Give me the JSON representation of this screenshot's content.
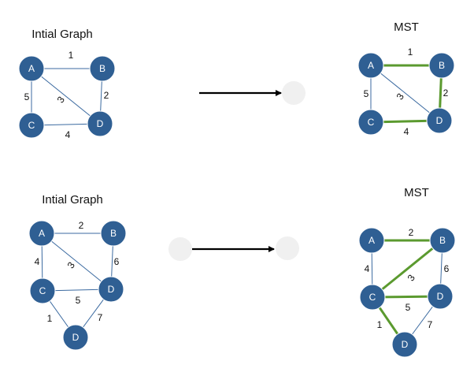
{
  "colors": {
    "node_fill": "#2f5f93",
    "node_stroke": "#ffffff",
    "edge": "#3b6aa0",
    "mst_edge": "#5b9a2f",
    "arrow": "#000000",
    "ghost": "#f0f0f0"
  },
  "diagrams": [
    {
      "id": "top-initial",
      "title": "Intial Graph",
      "nodes": [
        {
          "id": "A",
          "label": "A"
        },
        {
          "id": "B",
          "label": "B"
        },
        {
          "id": "C",
          "label": "C"
        },
        {
          "id": "D",
          "label": "D"
        }
      ],
      "edges": [
        {
          "from": "A",
          "to": "B",
          "weight": "1",
          "mst": false
        },
        {
          "from": "B",
          "to": "D",
          "weight": "2",
          "mst": false
        },
        {
          "from": "A",
          "to": "D",
          "weight": "3",
          "mst": false
        },
        {
          "from": "C",
          "to": "D",
          "weight": "4",
          "mst": false
        },
        {
          "from": "A",
          "to": "C",
          "weight": "5",
          "mst": false
        }
      ]
    },
    {
      "id": "top-mst",
      "title": "MST",
      "nodes": [
        {
          "id": "A",
          "label": "A"
        },
        {
          "id": "B",
          "label": "B"
        },
        {
          "id": "C",
          "label": "C"
        },
        {
          "id": "D",
          "label": "D"
        }
      ],
      "edges": [
        {
          "from": "A",
          "to": "B",
          "weight": "1",
          "mst": true
        },
        {
          "from": "B",
          "to": "D",
          "weight": "2",
          "mst": true
        },
        {
          "from": "A",
          "to": "D",
          "weight": "3",
          "mst": false
        },
        {
          "from": "C",
          "to": "D",
          "weight": "4",
          "mst": true
        },
        {
          "from": "A",
          "to": "C",
          "weight": "5",
          "mst": false
        }
      ]
    },
    {
      "id": "bottom-initial",
      "title": "Intial Graph",
      "nodes": [
        {
          "id": "A",
          "label": "A"
        },
        {
          "id": "B",
          "label": "B"
        },
        {
          "id": "C",
          "label": "C"
        },
        {
          "id": "D1",
          "label": "D"
        },
        {
          "id": "D2",
          "label": "D"
        }
      ],
      "edges": [
        {
          "from": "A",
          "to": "B",
          "weight": "2",
          "mst": false
        },
        {
          "from": "A",
          "to": "D1",
          "weight": "3",
          "mst": false
        },
        {
          "from": "A",
          "to": "C",
          "weight": "4",
          "mst": false
        },
        {
          "from": "C",
          "to": "D1",
          "weight": "5",
          "mst": false
        },
        {
          "from": "B",
          "to": "D1",
          "weight": "6",
          "mst": false
        },
        {
          "from": "C",
          "to": "D2",
          "weight": "1",
          "mst": false
        },
        {
          "from": "D1",
          "to": "D2",
          "weight": "7",
          "mst": false
        }
      ]
    },
    {
      "id": "bottom-mst",
      "title": "MST",
      "nodes": [
        {
          "id": "A",
          "label": "A"
        },
        {
          "id": "B",
          "label": "B"
        },
        {
          "id": "C",
          "label": "C"
        },
        {
          "id": "D1",
          "label": "D"
        },
        {
          "id": "D2",
          "label": "D"
        }
      ],
      "edges": [
        {
          "from": "A",
          "to": "B",
          "weight": "2",
          "mst": true
        },
        {
          "from": "C",
          "to": "B",
          "weight": "3",
          "mst": true
        },
        {
          "from": "A",
          "to": "C",
          "weight": "4",
          "mst": false
        },
        {
          "from": "C",
          "to": "D1",
          "weight": "5",
          "mst": true
        },
        {
          "from": "B",
          "to": "D1",
          "weight": "6",
          "mst": false
        },
        {
          "from": "C",
          "to": "D2",
          "weight": "1",
          "mst": true
        },
        {
          "from": "D1",
          "to": "D2",
          "weight": "7",
          "mst": false
        }
      ]
    }
  ]
}
